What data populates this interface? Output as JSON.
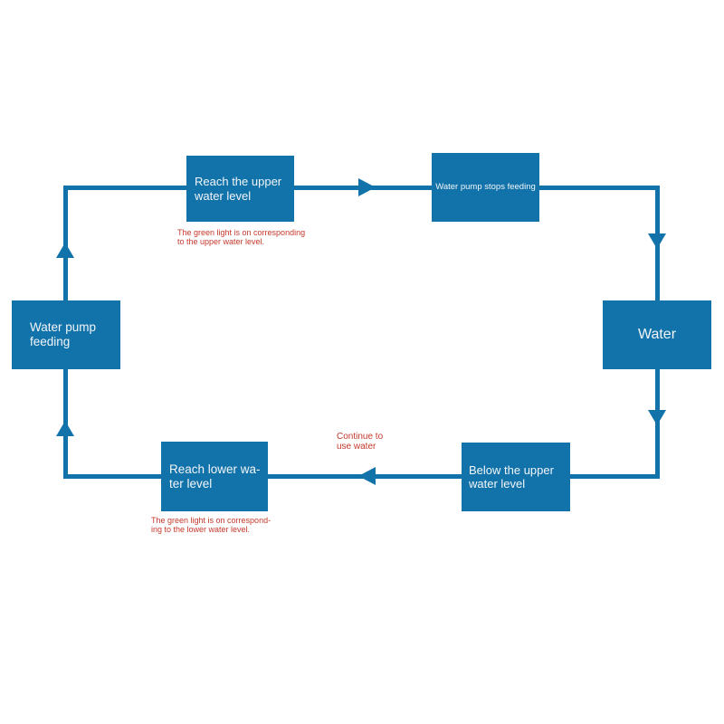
{
  "diagram": {
    "type": "flowchart-cycle",
    "colors": {
      "node_fill": "#1272aa",
      "connector": "#1272aa",
      "node_text": "#f2f6f9",
      "note_text": "#c5392c",
      "background": "#ffffff"
    },
    "nodes": {
      "reach_upper": {
        "label": "Reach the upper\nwater level"
      },
      "pump_stops": {
        "label": "Water pump stops feeding"
      },
      "water": {
        "label": "Water"
      },
      "below_upper": {
        "label": "Below the upper\nwater level"
      },
      "reach_lower": {
        "label": "Reach lower wa-\nter level"
      },
      "pump_feeding": {
        "label": "Water pump\nfeeding"
      }
    },
    "notes": {
      "upper": "The green light is on corresponding\nto the upper water level.",
      "lower": "The green light is on correspond-\ning to the lower water level.",
      "continue": "Continue to\nuse water"
    },
    "edges": [
      {
        "from": "pump_feeding",
        "to": "reach_upper",
        "direction": "up"
      },
      {
        "from": "reach_upper",
        "to": "pump_stops",
        "direction": "right"
      },
      {
        "from": "pump_stops",
        "to": "water",
        "direction": "down"
      },
      {
        "from": "water",
        "to": "below_upper",
        "direction": "down"
      },
      {
        "from": "below_upper",
        "to": "reach_lower",
        "direction": "left"
      },
      {
        "from": "reach_lower",
        "to": "pump_feeding",
        "direction": "up"
      }
    ]
  }
}
